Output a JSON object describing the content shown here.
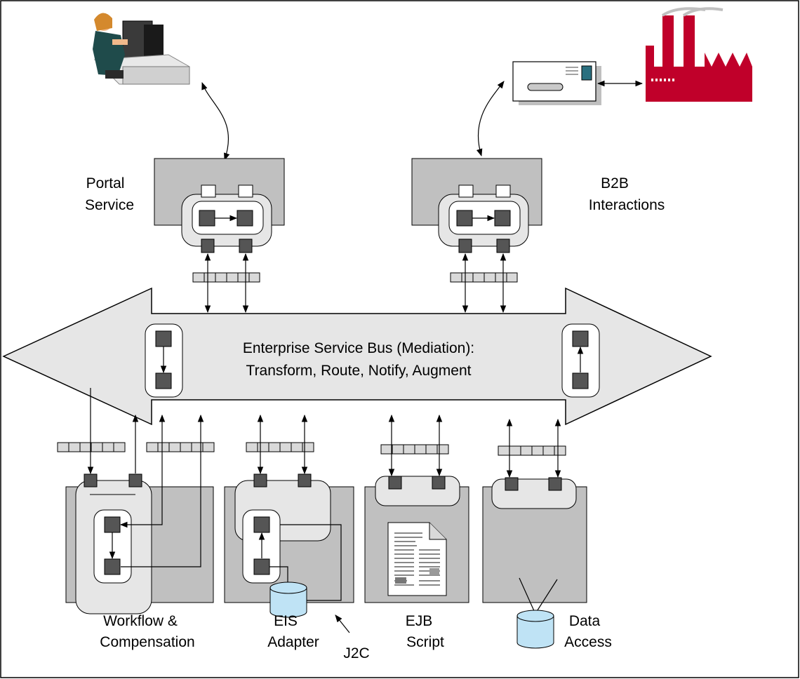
{
  "title": "Enterprise Service Bus (Mediation):",
  "subtitle": "Transform, Route, Notify, Augment",
  "labels": {
    "portal_1": "Portal",
    "portal_2": "Service",
    "b2b_1": "B2B",
    "b2b_2": "Interactions",
    "workflow_1": "Workflow &",
    "workflow_2": "Compensation",
    "eis_1": "EIS",
    "eis_2": "Adapter",
    "j2c": "J2C",
    "ejb_1": "EJB",
    "ejb_2": "Script",
    "data_1": "Data",
    "data_2": "Access"
  },
  "colors": {
    "panel_gray": "#c0c0c0",
    "container_light": "#e6e6e6",
    "bus_fill": "#e6e6e6",
    "node_dark": "#555555",
    "factory_red": "#c0002a",
    "db_blue": "#bfe3f5",
    "stroke": "#000000"
  },
  "icons": {
    "operator": "computer-operator-icon",
    "envelope": "envelope-icon",
    "factory": "factory-icon",
    "document": "document-icon",
    "database": "database-icon"
  }
}
